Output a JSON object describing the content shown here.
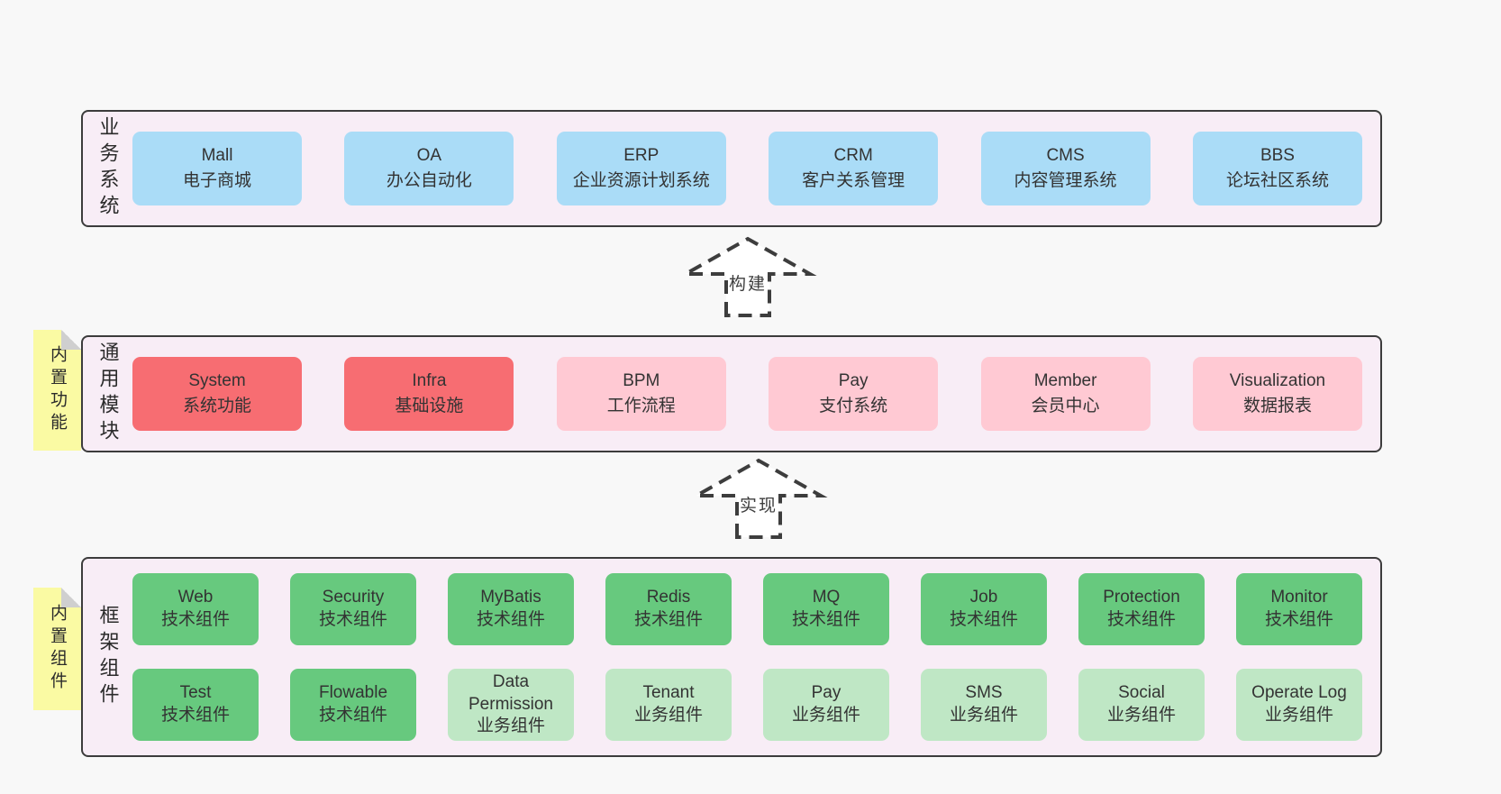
{
  "colors": {
    "page_bg": "#f8f8f8",
    "panel_bg": "#f8edf6",
    "panel_border": "#3c3c3c",
    "box_blue": "#aadcf7",
    "box_red": "#f76d72",
    "box_pink": "#ffc9d3",
    "box_green": "#67c97e",
    "box_lightgreen": "#bfe7c5",
    "note_yellow": "#fafaa3",
    "note_fold_gray": "#cfcfcf",
    "text": "#333333"
  },
  "arrows": {
    "build": "构建",
    "implement": "实现"
  },
  "layers": {
    "business": {
      "label": "业务系统",
      "boxes": [
        {
          "en": "Mall",
          "zh": "电子商城"
        },
        {
          "en": "OA",
          "zh": "办公自动化"
        },
        {
          "en": "ERP",
          "zh": "企业资源计划系统"
        },
        {
          "en": "CRM",
          "zh": "客户关系管理"
        },
        {
          "en": "CMS",
          "zh": "内容管理系统"
        },
        {
          "en": "BBS",
          "zh": "论坛社区系统"
        }
      ]
    },
    "modules": {
      "note": "内置功能",
      "label": "通用模块",
      "boxes": [
        {
          "en": "System",
          "zh": "系统功能"
        },
        {
          "en": "Infra",
          "zh": "基础设施"
        },
        {
          "en": "BPM",
          "zh": "工作流程"
        },
        {
          "en": "Pay",
          "zh": "支付系统"
        },
        {
          "en": "Member",
          "zh": "会员中心"
        },
        {
          "en": "Visualization",
          "zh": "数据报表"
        }
      ]
    },
    "framework": {
      "note": "内置组件",
      "label": "框架组件",
      "row1": [
        {
          "en": "Web",
          "zh": "技术组件"
        },
        {
          "en": "Security",
          "zh": "技术组件"
        },
        {
          "en": "MyBatis",
          "zh": "技术组件"
        },
        {
          "en": "Redis",
          "zh": "技术组件"
        },
        {
          "en": "MQ",
          "zh": "技术组件"
        },
        {
          "en": "Job",
          "zh": "技术组件"
        },
        {
          "en": "Protection",
          "zh": "技术组件"
        },
        {
          "en": "Monitor",
          "zh": "技术组件"
        }
      ],
      "row2": [
        {
          "en": "Test",
          "zh": "技术组件"
        },
        {
          "en": "Flowable",
          "zh": "技术组件"
        },
        {
          "en": "Data Permission",
          "zh": "业务组件"
        },
        {
          "en": "Tenant",
          "zh": "业务组件"
        },
        {
          "en": "Pay",
          "zh": "业务组件"
        },
        {
          "en": "SMS",
          "zh": "业务组件"
        },
        {
          "en": "Social",
          "zh": "业务组件"
        },
        {
          "en": "Operate Log",
          "zh": "业务组件"
        }
      ]
    }
  }
}
